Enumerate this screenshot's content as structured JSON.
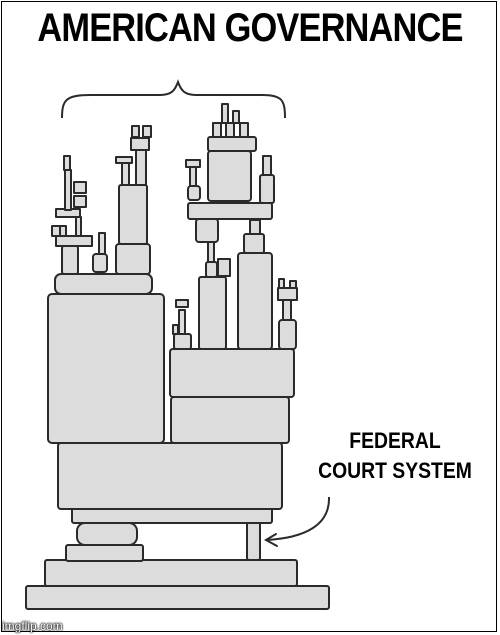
{
  "meme": {
    "title": "AMERICAN GOVERNANCE",
    "annotation_lines": [
      "FEDERAL",
      "COURT SYSTEM"
    ],
    "watermark": "imgflip.com"
  },
  "colors": {
    "block_fill": "#dcdcdc",
    "stroke": "#2a2a2a",
    "background": "#ffffff"
  }
}
